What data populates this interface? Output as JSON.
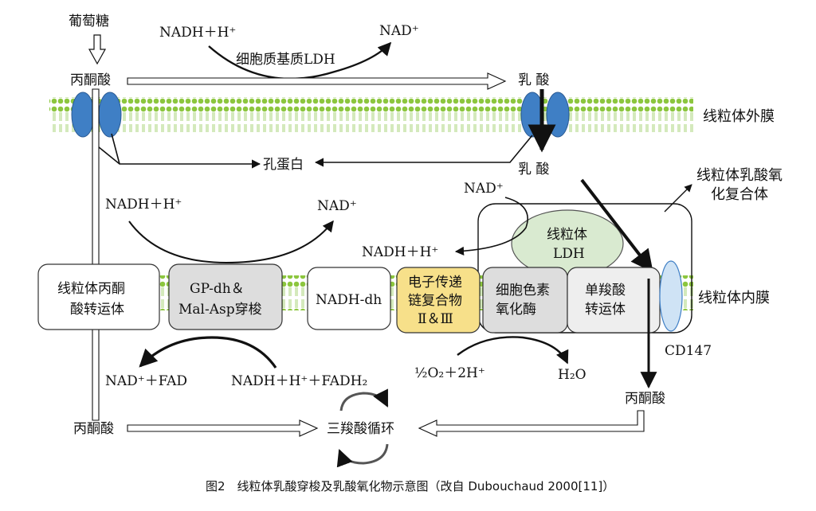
{
  "labels": {
    "glucose": "葡萄糖",
    "nadh_top": "NADH＋H⁺",
    "nad_top": "NAD⁺",
    "cyto_ldh": "细胞质基质LDH",
    "pyruvate_top": "丙酮酸",
    "lactate_top": "乳  酸",
    "outer_membrane": "线粒体外膜",
    "porin": "孔蛋白",
    "lactate_mid": "乳  酸",
    "mlox_line1": "线粒体乳酸氧",
    "mlox_line2": "化复合体",
    "nad_mid_right": "NAD⁺",
    "nadh_left": "NADH＋H⁺",
    "nad_left": "NAD⁺",
    "nadh_mid": "NADH＋H⁺",
    "mito_ldh_line1": "线粒体",
    "mito_ldh_line2": "LDH",
    "inner_membrane": "线粒体内膜",
    "cd147": "CD147",
    "nad_fad": "NAD⁺＋FAD",
    "nadh_fadh2": "NADH＋H⁺＋FADH₂",
    "oxygen": "½O₂＋2H⁺",
    "water": "H₂O",
    "pyruvate_right": "丙酮酸",
    "pyruvate_bottom": "丙酮酸",
    "tca": "三羧酸循环"
  },
  "boxes": {
    "pyruvate_transporter": [
      "线粒体丙酮",
      "酸转运体"
    ],
    "shuttle": [
      "GP-dh＆",
      "Mal-Asp穿梭"
    ],
    "nadh_dh": [
      "NADH-dh"
    ],
    "etc": [
      "电子传递",
      "链复合物",
      "Ⅱ＆Ⅲ"
    ],
    "cyt_oxidase": [
      "细胞色素",
      "氧化酶"
    ],
    "mct": [
      "单羧酸",
      "转运体"
    ]
  },
  "caption": "图2　线粒体乳酸穿梭及乳酸氧化物示意图（改自 Dubouchaud 2000[11]）",
  "colors": {
    "membrane_head": "#8cc63e",
    "protein": "#3f7fc5",
    "cd147": "#cfe3f5",
    "mito_ldh": "#d9ead0",
    "etc_box": "#f7e08a",
    "enzyme_box": "#dddddd",
    "plain_box": "#ffffff"
  }
}
